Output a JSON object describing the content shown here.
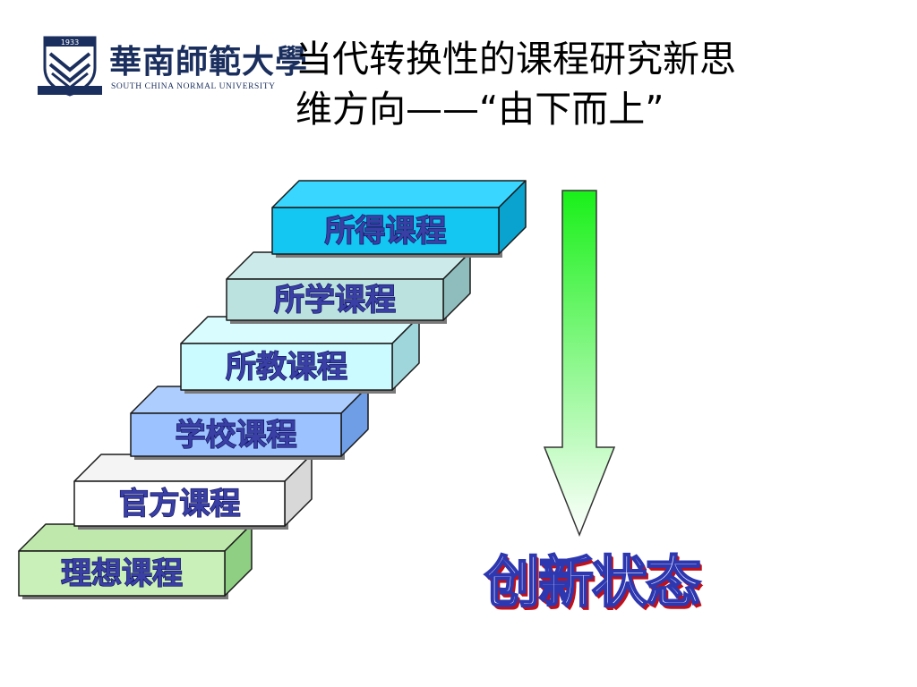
{
  "logo": {
    "year": "1933",
    "name_cn": "華南師範大學",
    "name_en": "SOUTH CHINA NORMAL UNIVERSITY"
  },
  "title": {
    "line1": "当代转换性的课程研究新思",
    "line2": "维方向——“由下而上”"
  },
  "steps": [
    {
      "label": "理想课程",
      "front": "#c8f0b8",
      "top": "#bfe9ac",
      "side": "#8fcf83"
    },
    {
      "label": "官方课程",
      "front": "#ffffff",
      "top": "#f4f4f4",
      "side": "#d8d8d8"
    },
    {
      "label": "学校课程",
      "front": "#9cc3ff",
      "top": "#aecdff",
      "side": "#6f9ee6"
    },
    {
      "label": "所教课程",
      "front": "#ccfbff",
      "top": "#d9fcff",
      "side": "#9fd6dc"
    },
    {
      "label": "所学课程",
      "front": "#bce2e0",
      "top": "#cdeaea",
      "side": "#8fbcbc"
    },
    {
      "label": "所得课程",
      "front": "#14c6f2",
      "top": "#39d6ff",
      "side": "#0aa3cf"
    }
  ],
  "arrow": {
    "top_color": "#19f019",
    "bottom_color": "#ffffff",
    "outline": "#333333"
  },
  "result": {
    "label": "创新状态"
  }
}
